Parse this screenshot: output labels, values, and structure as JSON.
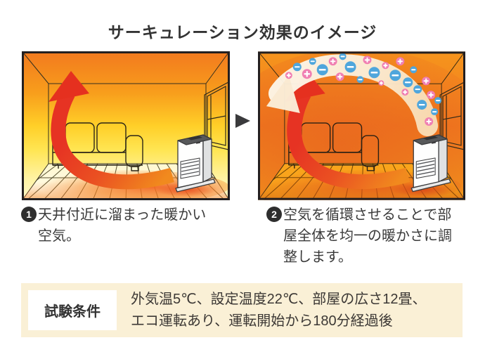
{
  "title": "サーキュレーション効果のイメージ",
  "panels": [
    {
      "step_number": "1",
      "caption_lines": [
        "天井付近に溜まった暖かい",
        "空気。"
      ]
    },
    {
      "step_number": "2",
      "caption_lines": [
        "空気を循環させることで部",
        "屋全体を均一の暖かさに調",
        "整します。"
      ]
    }
  ],
  "conditions": {
    "label": "試験条件",
    "lines": [
      "外気温5℃、設定温度22℃、部屋の広さ12畳、",
      "エコ運転あり、運転開始から180分経過後"
    ]
  },
  "icons": {
    "divider_arrow": "next-step-arrow",
    "circulation_arrow": "red-circulation-swoosh",
    "ion_arrow": "cream-ion-stream-arc",
    "plus_ion_glyph": "+",
    "minus_ion_glyph": "−"
  },
  "colors": {
    "text_dark": "#333333",
    "accent_red": "#E63323",
    "warm_orange": "#F58220",
    "warm_yellow": "#FFE24A",
    "ion_plus_pink": "#F07FB2",
    "ion_minus_blue": "#4FA6DC",
    "conditions_bg": "#FAF0D6",
    "cream_arrow": "#FAEDD6"
  }
}
